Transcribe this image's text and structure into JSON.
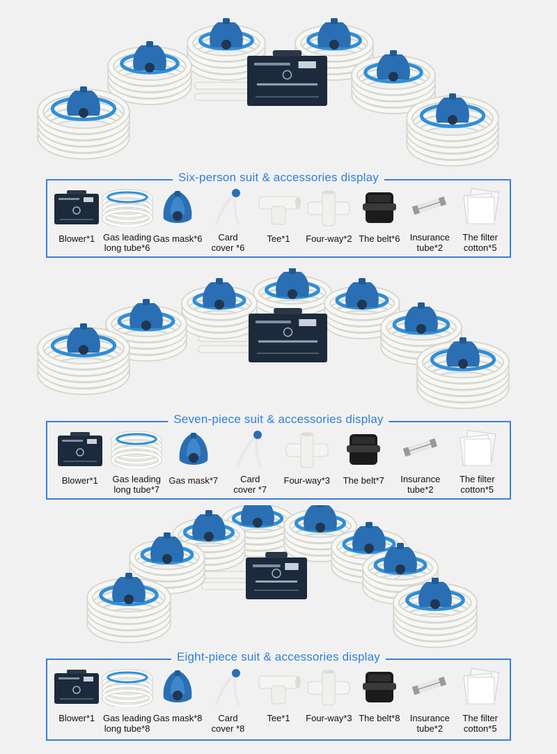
{
  "sections": [
    {
      "title": "Six-person suit & accessories display",
      "items": [
        {
          "label": "Blower*1",
          "icon": "blower-icon"
        },
        {
          "label": "Gas leading\nlong tube*6",
          "icon": "tube-coil-icon"
        },
        {
          "label": "Gas mask*6",
          "icon": "gas-mask-icon"
        },
        {
          "label": "Card\ncover *6",
          "icon": "card-cover-icon"
        },
        {
          "label": "Tee*1",
          "icon": "tee-icon"
        },
        {
          "label": "Four-way*2",
          "icon": "four-way-icon"
        },
        {
          "label": "The belt*6",
          "icon": "belt-icon"
        },
        {
          "label": "Insurance\ntube*2",
          "icon": "fuse-icon"
        },
        {
          "label": "The filter\ncotton*5",
          "icon": "filter-cotton-icon"
        }
      ]
    },
    {
      "title": "Seven-piece suit & accessories display",
      "items": [
        {
          "label": "Blower*1",
          "icon": "blower-icon"
        },
        {
          "label": "Gas leading\nlong tube*7",
          "icon": "tube-coil-icon"
        },
        {
          "label": "Gas mask*7",
          "icon": "gas-mask-icon"
        },
        {
          "label": "Card\ncover *7",
          "icon": "card-cover-icon"
        },
        {
          "label": "Four-way*3",
          "icon": "four-way-icon"
        },
        {
          "label": "The belt*7",
          "icon": "belt-icon"
        },
        {
          "label": "Insurance\ntube*2",
          "icon": "fuse-icon"
        },
        {
          "label": "The filter\ncotton*5",
          "icon": "filter-cotton-icon"
        }
      ]
    },
    {
      "title": "Eight-piece suit & accessories display",
      "items": [
        {
          "label": "Blower*1",
          "icon": "blower-icon"
        },
        {
          "label": "Gas leading\nlong tube*8",
          "icon": "tube-coil-icon"
        },
        {
          "label": "Gas mask*8",
          "icon": "gas-mask-icon"
        },
        {
          "label": "Card\ncover *8",
          "icon": "card-cover-icon"
        },
        {
          "label": "Tee*1",
          "icon": "tee-icon"
        },
        {
          "label": "Four-way*3",
          "icon": "four-way-icon"
        },
        {
          "label": "The belt*8",
          "icon": "belt-icon"
        },
        {
          "label": "Insurance\ntube*2",
          "icon": "fuse-icon"
        },
        {
          "label": "The filter\ncotton*5",
          "icon": "filter-cotton-icon"
        }
      ]
    }
  ],
  "colors": {
    "accent": "#2f7fd8",
    "mask_blue": "#2a6fb3",
    "tube_white": "#f7f7f4",
    "blower_dark": "#1d2a3c"
  }
}
